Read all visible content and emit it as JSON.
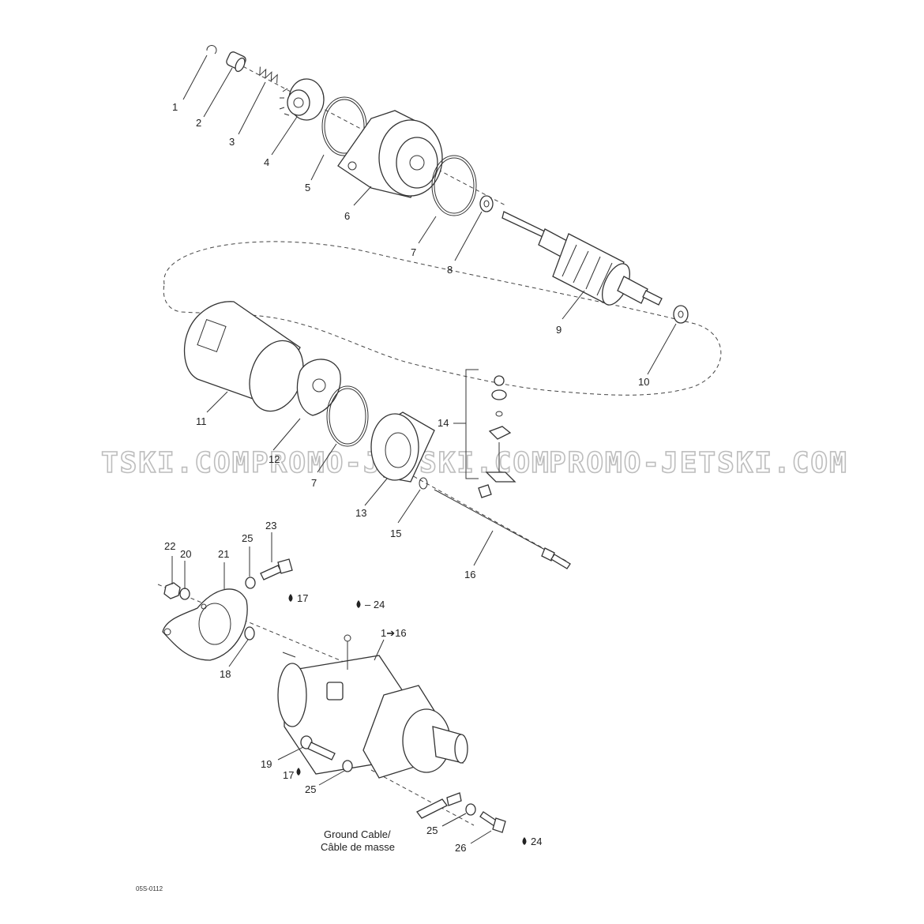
{
  "labels": [
    {
      "id": "l1",
      "text": "1"
    },
    {
      "id": "l2",
      "text": "2"
    },
    {
      "id": "l3",
      "text": "3"
    },
    {
      "id": "l4",
      "text": "4"
    },
    {
      "id": "l5",
      "text": "5"
    },
    {
      "id": "l6",
      "text": "6"
    },
    {
      "id": "l7a",
      "text": "7"
    },
    {
      "id": "l8",
      "text": "8"
    },
    {
      "id": "l9",
      "text": "9"
    },
    {
      "id": "l10",
      "text": "10"
    },
    {
      "id": "l11",
      "text": "11"
    },
    {
      "id": "l12",
      "text": "12"
    },
    {
      "id": "l7b",
      "text": "7"
    },
    {
      "id": "l13",
      "text": "13"
    },
    {
      "id": "l14",
      "text": "14"
    },
    {
      "id": "l15",
      "text": "15"
    },
    {
      "id": "l16",
      "text": "16"
    },
    {
      "id": "l22",
      "text": "22"
    },
    {
      "id": "l20",
      "text": "20"
    },
    {
      "id": "l21",
      "text": "21"
    },
    {
      "id": "l25a",
      "text": "25"
    },
    {
      "id": "l23",
      "text": "23"
    },
    {
      "id": "l17a",
      "text": "17"
    },
    {
      "id": "l24a",
      "text": "– 24"
    },
    {
      "id": "l1to16",
      "text": "1➔16"
    },
    {
      "id": "l18",
      "text": "18"
    },
    {
      "id": "l19",
      "text": "19"
    },
    {
      "id": "l17b",
      "text": "17"
    },
    {
      "id": "l25b",
      "text": "25"
    },
    {
      "id": "l25c",
      "text": "25"
    },
    {
      "id": "l26",
      "text": "26"
    },
    {
      "id": "l24b",
      "text": "24"
    }
  ],
  "ground_cable": {
    "line1": "Ground Cable/",
    "line2": "Câble de masse"
  },
  "watermark": {
    "left": "TSKI.COM",
    "center": "PROMO-JETSKI.COM",
    "right": "PROMO-JETSKI.COM"
  },
  "figure_code": "05S-0112"
}
